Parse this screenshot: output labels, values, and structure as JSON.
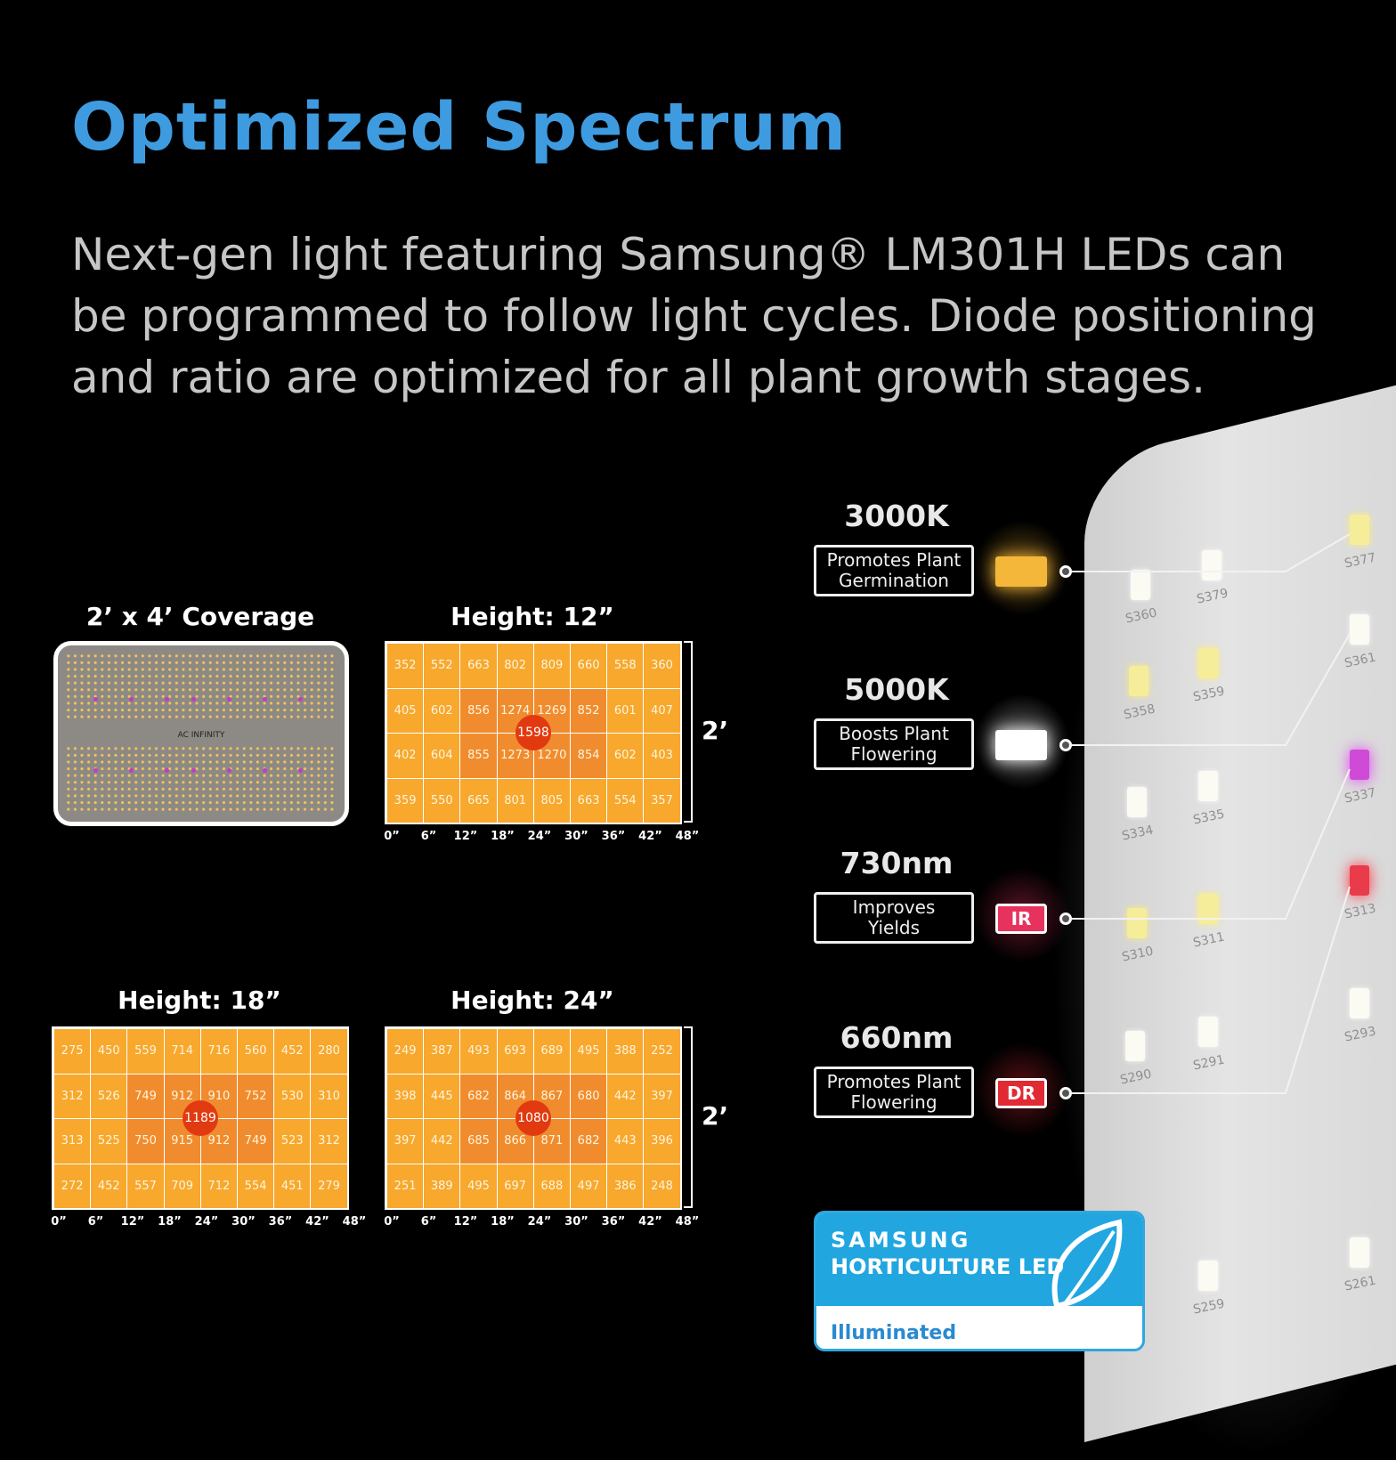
{
  "headline": "Optimized Spectrum",
  "intro": [
    "Next-gen light featuring Samsung® LM301H LEDs can",
    "be programmed to follow light cycles. Diode positioning",
    "and ratio are optimized for all plant growth stages."
  ],
  "coverage": {
    "title": "2’ x 4’ Coverage",
    "brand": "AC INFINITY"
  },
  "ppfd_maps": [
    {
      "title": "Height: 12”",
      "peak": "1598",
      "rows": [
        [
          "352",
          "552",
          "663",
          "802",
          "809",
          "660",
          "558",
          "360"
        ],
        [
          "405",
          "602",
          "856",
          "1274",
          "1269",
          "852",
          "601",
          "407"
        ],
        [
          "402",
          "604",
          "855",
          "1273",
          "1270",
          "854",
          "602",
          "403"
        ],
        [
          "359",
          "550",
          "665",
          "801",
          "805",
          "663",
          "554",
          "357"
        ]
      ],
      "x_ticks": [
        "0”",
        "6”",
        "12”",
        "18”",
        "24”",
        "30”",
        "36”",
        "42”",
        "48”"
      ],
      "depth": "2’"
    },
    {
      "title": "Height: 18”",
      "peak": "1189",
      "rows": [
        [
          "275",
          "450",
          "559",
          "714",
          "716",
          "560",
          "452",
          "280"
        ],
        [
          "312",
          "526",
          "749",
          "912",
          "910",
          "752",
          "530",
          "310"
        ],
        [
          "313",
          "525",
          "750",
          "915",
          "912",
          "749",
          "523",
          "312"
        ],
        [
          "272",
          "452",
          "557",
          "709",
          "712",
          "554",
          "451",
          "279"
        ]
      ],
      "x_ticks": [
        "0”",
        "6”",
        "12”",
        "18”",
        "24”",
        "30”",
        "36”",
        "42”",
        "48”"
      ],
      "depth": ""
    },
    {
      "title": "Height: 24”",
      "peak": "1080",
      "rows": [
        [
          "249",
          "387",
          "493",
          "693",
          "689",
          "495",
          "388",
          "252"
        ],
        [
          "398",
          "445",
          "682",
          "864",
          "867",
          "680",
          "442",
          "397"
        ],
        [
          "397",
          "442",
          "685",
          "866",
          "871",
          "682",
          "443",
          "396"
        ],
        [
          "251",
          "389",
          "495",
          "697",
          "688",
          "497",
          "386",
          "248"
        ]
      ],
      "x_ticks": [
        "0”",
        "6”",
        "12”",
        "18”",
        "24”",
        "30”",
        "36”",
        "42”",
        "48”"
      ],
      "depth": "2’"
    }
  ],
  "spectrum": [
    {
      "heading": "3000K",
      "line1": "Promotes Plant",
      "line2": "Germination",
      "badge": "",
      "color": "#f5b73a"
    },
    {
      "heading": "5000K",
      "line1": "Boosts Plant",
      "line2": "Flowering",
      "badge": "",
      "color": "#ffffff"
    },
    {
      "heading": "730nm",
      "line1": "Improves",
      "line2": "Yields",
      "badge": "IR",
      "color": "#e8325e"
    },
    {
      "heading": "660nm",
      "line1": "Promotes Plant",
      "line2": "Flowering",
      "badge": "DR",
      "color": "#e12a34"
    }
  ],
  "chip_labels": [
    "S360",
    "S379",
    "S377",
    "S361",
    "S358",
    "S359",
    "S337",
    "S334",
    "S335",
    "S313",
    "S310",
    "S311",
    "S293",
    "S290",
    "S291",
    "S261",
    "S259"
  ],
  "samsung_badge": {
    "brand": "SAMSUNG",
    "line": "HORTICULTURE LED",
    "tag": "Illuminated"
  },
  "cell_colors": {
    "cool": "#f7a82d",
    "warm": "#f08c2e",
    "peak": "#e23a10"
  }
}
